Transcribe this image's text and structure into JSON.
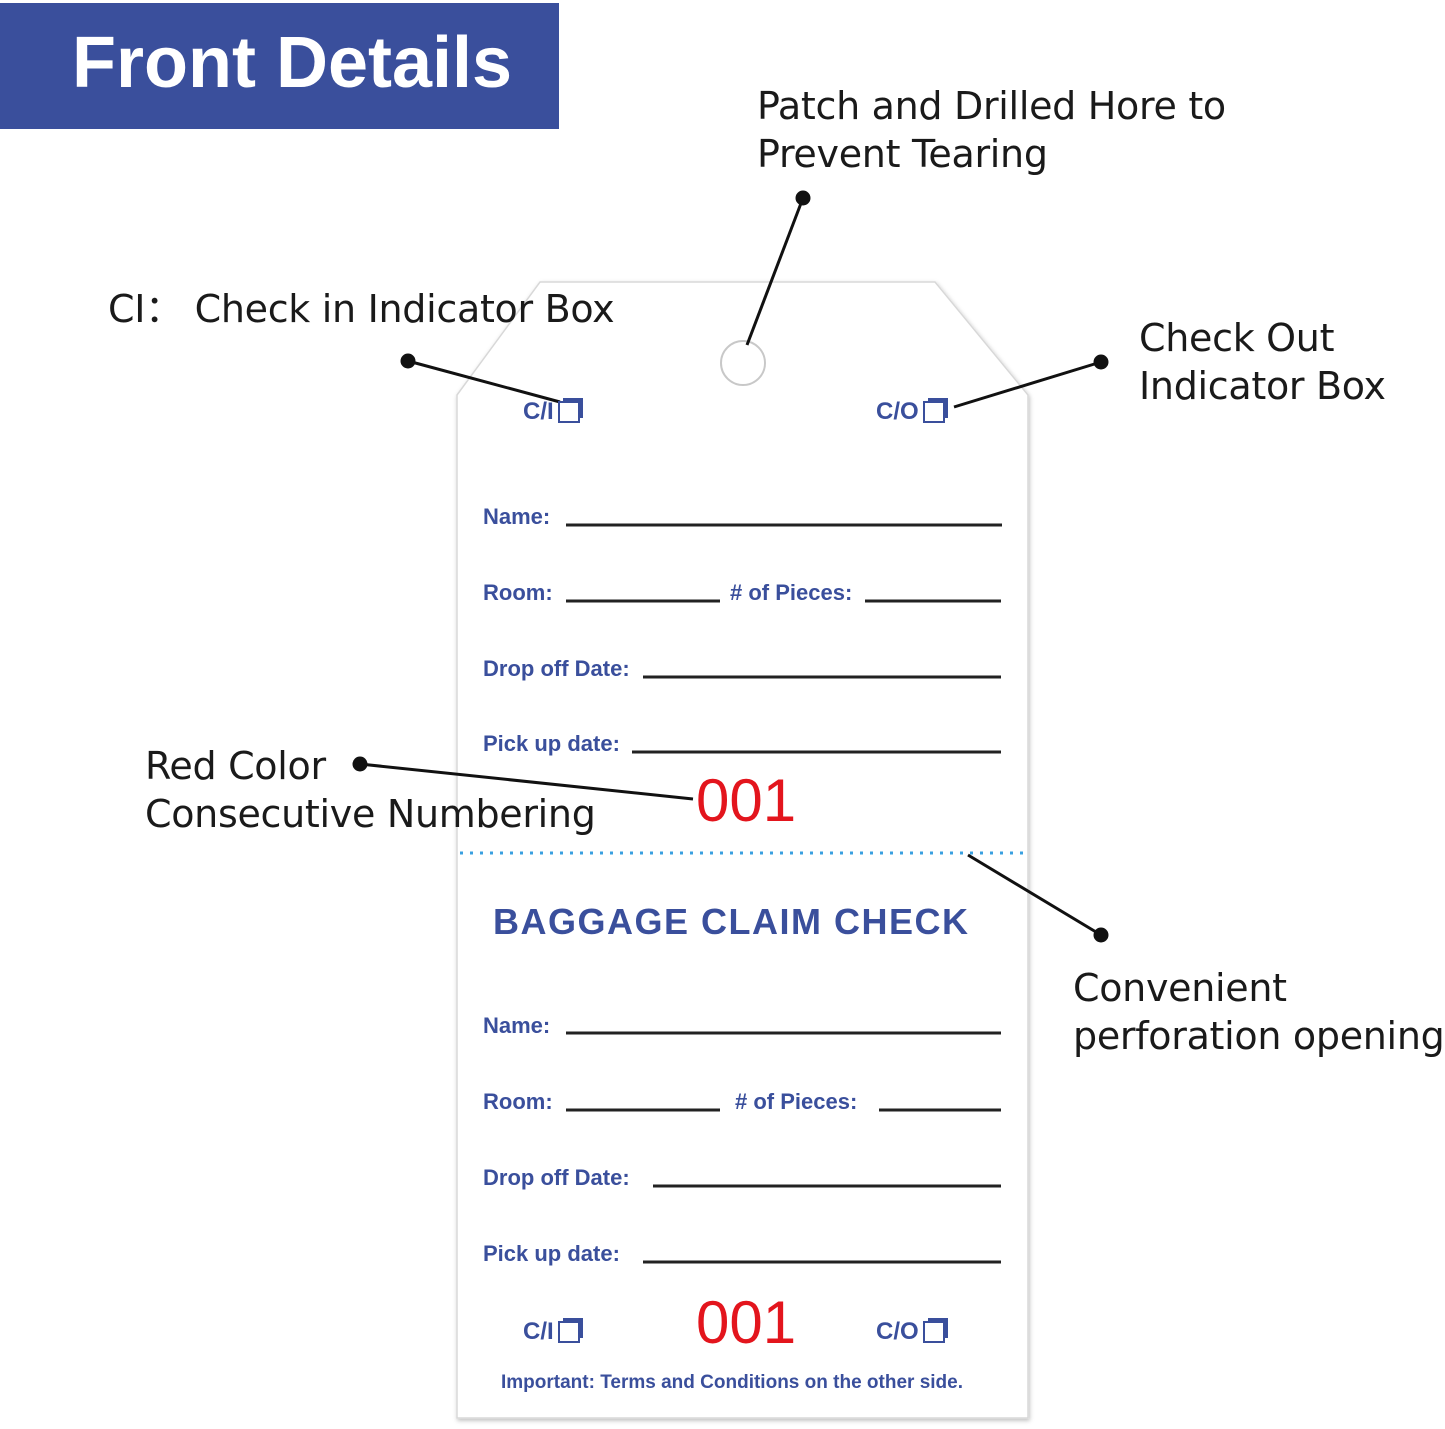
{
  "banner": {
    "title": "Front Details"
  },
  "callouts": {
    "hole": [
      "Patch and Drilled Hore to",
      "Prevent Tearing"
    ],
    "checkin": "CI： Check in Indicator Box",
    "checkout": [
      "Check Out",
      "Indicator Box"
    ],
    "numbering": [
      "Red Color",
      "Consecutive Numbering"
    ],
    "perforation": [
      "Convenient",
      "perforation opening"
    ]
  },
  "tag": {
    "checkin_label": "C/I",
    "checkout_label": "C/O",
    "top": {
      "name": "Name:",
      "room": "Room:",
      "pieces": "# of Pieces:",
      "dropoff": "Drop off Date:",
      "pickup": "Pick up date:",
      "number": "001"
    },
    "stub": {
      "heading": "BAGGAGE CLAIM  CHECK",
      "name": "Name:",
      "room": "Room:",
      "pieces": "# of Pieces:",
      "dropoff": "Drop off Date:",
      "pickup": "Pick up date:",
      "number": "001",
      "footer": "Important: Terms and Conditions on the other side."
    }
  },
  "colors": {
    "banner": "#3a4f9c",
    "tag_text": "#3a4f9c",
    "number": "#e3151d",
    "perforation": "#39a0e0"
  }
}
